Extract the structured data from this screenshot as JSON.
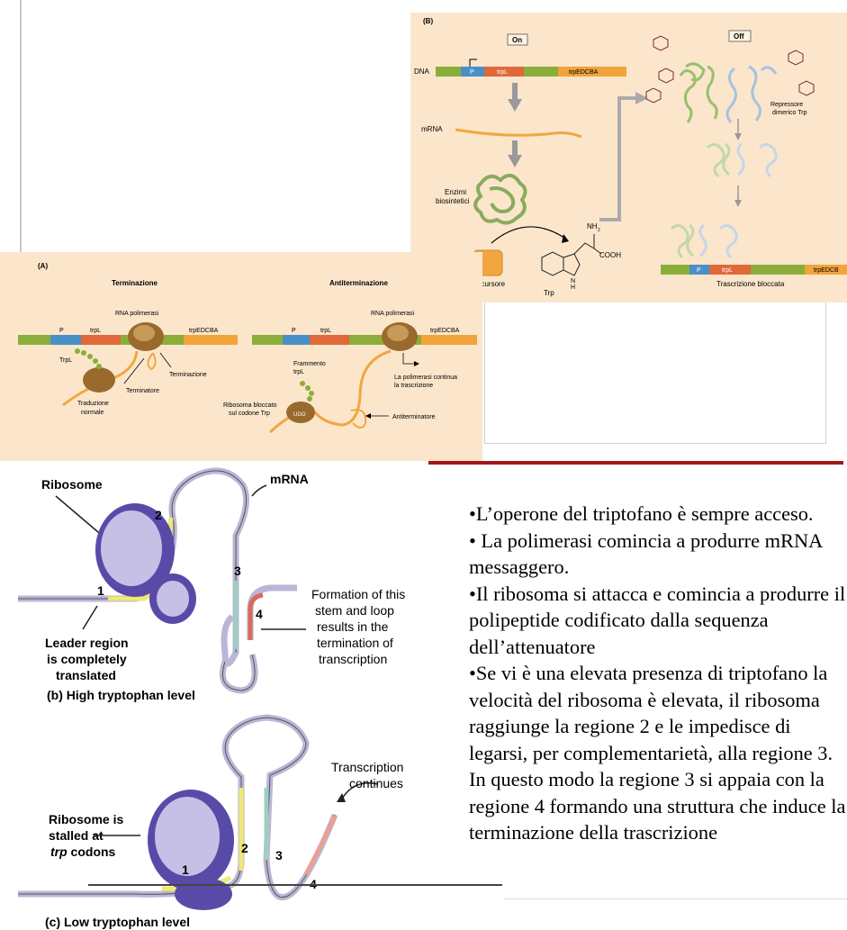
{
  "panel_b": {
    "letter": "(B)",
    "on": "On",
    "off": "Off",
    "dna": "DNA",
    "p": "P",
    "trpL": "trpL",
    "trpEDCBA": "trpEDCBA",
    "mrna": "mRNA",
    "enzimi_1": "Enzimi",
    "enzimi_2": "biosintetici",
    "precursore": "Precursore",
    "trp": "Trp",
    "nh2": "NH",
    "nh2_sub": "2",
    "cooh": "COOH",
    "nh": "N",
    "h": "H",
    "repressore_1": "Repressore",
    "repressore_2": "dimerico Trp",
    "trascrizione_bloccata": "Trascrizione bloccata",
    "p2": "P",
    "trpL2": "trpL",
    "trpEDCB_cut": "trpEDCB"
  },
  "panel_a": {
    "letter": "(A)",
    "terminazione_title": "Terminazione",
    "antiterminazione_title": "Antiterminazione",
    "p": "P",
    "trpL": "trpL",
    "trpEDCBA": "trpEDCBA",
    "rna_pol": "RNA polimerasi",
    "trpL_peptide": "TrpL",
    "terminazione": "Terminazione",
    "terminatore": "Terminatore",
    "traduzione_1": "Traduzione",
    "traduzione_2": "normale",
    "p_b": "P",
    "trpL_b": "trpL",
    "trpEDCBA_b": "trpEDCBA",
    "rna_pol_b": "RNA polimerasi",
    "frammento_1": "Frammento",
    "frammento_2": "trpL",
    "continua_1": "La polimerasi continua",
    "continua_2": "la trascrizione",
    "ribosoma_1": "Ribosoma bloccato",
    "ribosoma_2": "sul codone Trp",
    "ugg": "UGG",
    "antiterminatore": "Antiterminatore"
  },
  "lower": {
    "ribosome": "Ribosome",
    "mrna": "mRNA",
    "num1": "1",
    "num2": "2",
    "num3": "3",
    "num4": "4",
    "formation_1": "Formation of this",
    "formation_2": "stem and loop",
    "formation_3": "results in the",
    "formation_4": "termination of",
    "formation_5": "transcription",
    "leader_1": "Leader region",
    "leader_2": "is completely",
    "leader_3": "translated",
    "caption_b": "(b) High tryptophan level",
    "transcription_1": "Transcription",
    "transcription_2": "continues",
    "stalled_1": "Ribosome is",
    "stalled_2": "stalled at",
    "stalled_3_italic": "trp",
    "stalled_3_rest": " codons",
    "c_num1": "1",
    "c_num2": "2",
    "c_num3": "3",
    "c_num4": "4",
    "caption_c": "(c) Low tryptophan level"
  },
  "bullets": [
    "•L’operone del triptofano è sempre acceso.",
    "• La polimerasi comincia a produrre mRNA messaggero.",
    "•Il ribosoma si attacca e comincia a produrre il polipeptide codificato dalla sequenza dell’attenuatore",
    "•Se vi è una elevata presenza di triptofano la velocità del ribosoma è elevata, il ribosoma raggiunge la regione 2 e le impedisce di legarsi, per complementarietà, alla regione 3. In questo modo la regione 3 si appaia con la regione 4 formando una struttura che induce la terminazione della trascrizione"
  ],
  "colors": {
    "panel_bg": "#fbe6cc",
    "dna_green": "#8bae3a",
    "dna_blue": "#4a90c8",
    "dna_red": "#e0683a",
    "dna_orange": "#f2a33a",
    "mrna": "#f2a640",
    "ribosome_brown": "#9a6a2c",
    "divider_red": "#a01818",
    "loop_purple": "#7a6aa8"
  }
}
